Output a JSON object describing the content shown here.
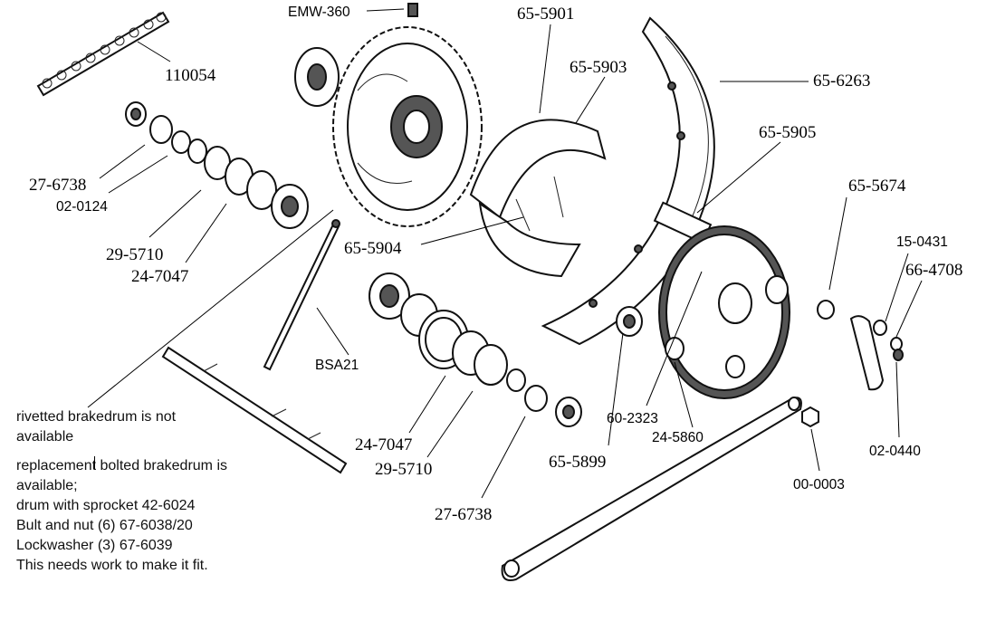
{
  "labels": {
    "emw360": "EMW-360",
    "p110054": "110054",
    "p27_6738_a": "27-6738",
    "p02_0124": "02-0124",
    "p29_5710_a": "29-5710",
    "p24_7047_a": "24-7047",
    "p65_5901": "65-5901",
    "p65_5903": "65-5903",
    "p65_6263": "65-6263",
    "p65_5905": "65-5905",
    "p65_5674": "65-5674",
    "p15_0431": "15-0431",
    "p66_4708": "66-4708",
    "p65_5904": "65-5904",
    "bsa21": "BSA21",
    "p24_7047_b": "24-7047",
    "p29_5710_b": "29-5710",
    "p27_6738_b": "27-6738",
    "p65_5899": "65-5899",
    "p60_2323": "60-2323",
    "p24_5860": "24-5860",
    "p00_0003": "00-0003",
    "p02_0440": "02-0440"
  },
  "note": {
    "line1": "rivetted brakedrum is not",
    "line2": "available",
    "line3": "replacement bolted brakedrum is",
    "line4": "available;",
    "line5": "drum with sprocket 42-6024",
    "line6": "Bult and nut (6) 67-6038/20",
    "line7": "Lockwasher (3)  67-6039",
    "line8": "This needs work to make it fit."
  }
}
